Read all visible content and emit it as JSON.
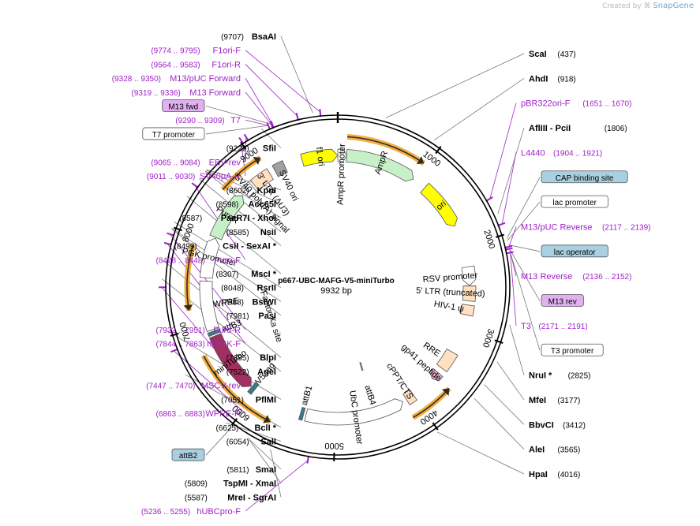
{
  "credit": {
    "prefix": "Created by",
    "brand": "SnapGene"
  },
  "plasmid": {
    "name": "p667-UBC-MAFG-V5-miniTurbo",
    "length": "9932 bp"
  },
  "ticks": [
    {
      "label": "1000",
      "pos": 1000
    },
    {
      "label": "2000",
      "pos": 2000
    },
    {
      "label": "3000",
      "pos": 3000
    },
    {
      "label": "4000",
      "pos": 4000
    },
    {
      "label": "5000",
      "pos": 5000
    },
    {
      "label": "6000",
      "pos": 6000
    },
    {
      "label": "7000",
      "pos": 7000
    },
    {
      "label": "8000",
      "pos": 8000
    },
    {
      "label": "9000",
      "pos": 9000
    }
  ],
  "right_labels": [
    {
      "name": "ScaI",
      "coord": "(437)",
      "pos": 437
    },
    {
      "name": "AhdI",
      "coord": "(918)",
      "pos": 918
    },
    {
      "name": "pBR322ori-F",
      "coord": "(1651 .. 1670)",
      "pos": 1651,
      "purple": true
    },
    {
      "name": "AflIII - PciI",
      "coord": "(1806)",
      "pos": 1806
    },
    {
      "name": "L4440",
      "coord": "(1904 .. 1921)",
      "pos": 1904,
      "purple": true
    },
    {
      "name": "CAP binding site",
      "coord": "",
      "pos": 2040,
      "box": "teal"
    },
    {
      "name": "lac promoter",
      "coord": "",
      "pos": 2060,
      "box": "white"
    },
    {
      "name": "M13/pUC Reverse",
      "coord": "(2117 .. 2139)",
      "pos": 2117,
      "purple": true
    },
    {
      "name": "lac operator",
      "coord": "",
      "pos": 2100,
      "box": "teal"
    },
    {
      "name": "M13 Reverse",
      "coord": "(2136 .. 2152)",
      "pos": 2136,
      "purple": true
    },
    {
      "name": "M13 rev",
      "coord": "",
      "pos": 2140,
      "box": "purple"
    },
    {
      "name": "T3",
      "coord": "(2171 .. 2191)",
      "pos": 2171,
      "purple": true
    },
    {
      "name": "T3 promoter",
      "coord": "",
      "pos": 2175,
      "box": "white"
    },
    {
      "name": "NruI *",
      "coord": "(2825)",
      "pos": 2825
    },
    {
      "name": "MfeI",
      "coord": "(3177)",
      "pos": 3177
    },
    {
      "name": "BbvCI",
      "coord": "(3412)",
      "pos": 3412
    },
    {
      "name": "AleI",
      "coord": "(3565)",
      "pos": 3565
    },
    {
      "name": "HpaI",
      "coord": "(4016)",
      "pos": 4016
    }
  ],
  "left_labels": [
    {
      "name": "BsaAI",
      "coord": "(9707)",
      "pos": 9707
    },
    {
      "name": "F1ori-F",
      "coord": "(9774 .. 9795)",
      "pos": 9774,
      "purple": true
    },
    {
      "name": "F1ori-R",
      "coord": "(9564 .. 9583)",
      "pos": 9564,
      "purple": true
    },
    {
      "name": "M13/pUC Forward",
      "coord": "(9328 .. 9350)",
      "pos": 9328,
      "purple": true
    },
    {
      "name": "M13 Forward",
      "coord": "(9319 .. 9336)",
      "pos": 9319,
      "purple": true
    },
    {
      "name": "M13 fwd",
      "coord": "",
      "pos": 9320,
      "box": "purple"
    },
    {
      "name": "T7",
      "coord": "(9290 .. 9309)",
      "pos": 9290,
      "purple": true
    },
    {
      "name": "T7 promoter",
      "coord": "",
      "pos": 9290,
      "box": "white"
    },
    {
      "name": "SfiI",
      "coord": "(9222)",
      "pos": 9222
    },
    {
      "name": "EBV-rev",
      "coord": "(9065 .. 9084)",
      "pos": 9065,
      "purple": true
    },
    {
      "name": "SV40pA-R",
      "coord": "(9011 .. 9030)",
      "pos": 9011,
      "purple": true
    },
    {
      "name": "KpnI",
      "coord": "(8602)",
      "pos": 8602
    },
    {
      "name": "Acc65I",
      "coord": "(8598)",
      "pos": 8598
    },
    {
      "name": "PaeR7I - XhoI",
      "coord": "(8587)",
      "pos": 8587
    },
    {
      "name": "NsiI",
      "coord": "(8585)",
      "pos": 8585
    },
    {
      "name": "CsiI - SexAI *",
      "coord": "(8499)",
      "pos": 8499
    },
    {
      "name": "Puro-F",
      "coord": "(8428 .. 8448)",
      "pos": 8428,
      "purple": true
    },
    {
      "name": "MscI *",
      "coord": "(8307)",
      "pos": 8307
    },
    {
      "name": "RsrII",
      "coord": "(8048)",
      "pos": 8048
    },
    {
      "name": "BsiWI",
      "coord": "(7988)",
      "pos": 7988
    },
    {
      "name": "PasI",
      "coord": "(7981)",
      "pos": 7981
    },
    {
      "name": "Puro-R",
      "coord": "(7932 .. 7951)",
      "pos": 7932,
      "purple": true
    },
    {
      "name": "mPGK-F",
      "coord": "(7844 .. 7863)",
      "pos": 7844,
      "purple": true
    },
    {
      "name": "BlpI",
      "coord": "(7685)",
      "pos": 7685
    },
    {
      "name": "AgeI",
      "coord": "(7522)",
      "pos": 7522
    },
    {
      "name": "MSCV-rev",
      "coord": "(7447 .. 7470)",
      "pos": 7447,
      "purple": true
    },
    {
      "name": "PflMI",
      "coord": "(7051)",
      "pos": 7051
    },
    {
      "name": "WPRE-R",
      "coord": "(6863 .. 6883)",
      "pos": 6863,
      "purple": true
    },
    {
      "name": "BclI *",
      "coord": "(6625)",
      "pos": 6625
    },
    {
      "name": "SalI",
      "coord": "(6054)",
      "pos": 6054
    },
    {
      "name": "attB2",
      "coord": "",
      "pos": 5990,
      "box": "teal"
    },
    {
      "name": "SmaI",
      "coord": "(5811)",
      "pos": 5811
    },
    {
      "name": "TspMI - XmaI",
      "coord": "(5809)",
      "pos": 5809
    },
    {
      "name": "MreI - SgrAI",
      "coord": "(5587)",
      "pos": 5587
    },
    {
      "name": "hUBCpro-F",
      "coord": "(5236 .. 5255)",
      "pos": 5236,
      "purple": true
    }
  ],
  "features": [
    {
      "name": "f1 ori",
      "start": 9500,
      "end": 9932,
      "color": "#ffff00",
      "lane": 1,
      "dir": 1
    },
    {
      "name": "AmpR promoter",
      "start": 1,
      "end": 105,
      "color": "#ffffff",
      "lane": 1,
      "dir": 1
    },
    {
      "name": "AmpR",
      "start": 106,
      "end": 966,
      "color": "#c8f0c8",
      "lane": 1,
      "dir": 1
    },
    {
      "name": "ori",
      "start": 1137,
      "end": 1725,
      "color": "#ffff00",
      "lane": 1,
      "dir": 1
    },
    {
      "name": "RSV promoter",
      "start": 2240,
      "end": 2466,
      "color": "#ffffff",
      "lane": 1,
      "dir": 1
    },
    {
      "name": "5' LTR (truncated)",
      "start": 2470,
      "end": 2650,
      "color": "#ffe0c0",
      "lane": 1,
      "dir": 0
    },
    {
      "name": "HIV-1 ψ",
      "start": 2700,
      "end": 2820,
      "color": "#ffe0c0",
      "lane": 1,
      "dir": 0
    },
    {
      "name": "RRE",
      "start": 3300,
      "end": 3530,
      "color": "#ffe0c0",
      "lane": 1,
      "dir": 0
    },
    {
      "name": "gp41 peptide",
      "start": 3600,
      "end": 3700,
      "color": "#e0a8c0",
      "lane": 1,
      "dir": 1
    },
    {
      "name": "cPPT/CTS",
      "start": 4000,
      "end": 4100,
      "color": "#ffe0c0",
      "lane": 1,
      "dir": 0
    },
    {
      "name": "UbC promoter",
      "start": 4150,
      "end": 5350,
      "color": "#ffffff",
      "lane": 1,
      "dir": -1
    },
    {
      "name": "attB1",
      "start": 5380,
      "end": 5420,
      "color": "#3a7a8a",
      "lane": 1,
      "dir": 0
    },
    {
      "name": "attB4",
      "start": 4500,
      "end": 4520,
      "color": "#66bbcc",
      "lane": 2,
      "dir": 0
    },
    {
      "name": "V5 tag",
      "start": 6040,
      "end": 6090,
      "color": "#3a7a8a",
      "lane": 1,
      "dir": 0
    },
    {
      "name": "miniTurbo",
      "start": 6100,
      "end": 6850,
      "color": "#a03060",
      "lane": 1,
      "dir": -1
    },
    {
      "name": "attB3",
      "start": 6870,
      "end": 6910,
      "color": "#3a7a8a",
      "lane": 1,
      "dir": 0
    },
    {
      "name": "WPRE",
      "start": 6930,
      "end": 7520,
      "color": "#ffffff",
      "lane": 1,
      "dir": 0
    },
    {
      "name": "PGK promoter",
      "start": 7560,
      "end": 8050,
      "color": "#ffffff",
      "lane": 1,
      "dir": 1
    },
    {
      "name": "PuroR",
      "start": 8060,
      "end": 8660,
      "color": "#c8f0c8",
      "lane": 1,
      "dir": 1
    },
    {
      "name": "SV40 poly(A) signal",
      "start": 8700,
      "end": 8820,
      "color": "#ffffff",
      "lane": 1,
      "dir": 0
    },
    {
      "name": "3' LTR (ΔU3)",
      "start": 8850,
      "end": 9080,
      "color": "#ffe0c0",
      "lane": 1,
      "dir": 0
    },
    {
      "name": "SV40 ori",
      "start": 9150,
      "end": 9280,
      "color": "#a0a0a0",
      "lane": 1,
      "dir": 0
    },
    {
      "name": "Factor Xa site",
      "start": 0,
      "end": 0,
      "color": "",
      "lane": 3,
      "dir": 0
    }
  ],
  "outer_arcs": [
    {
      "start": 100,
      "end": 960,
      "dir": 1,
      "label": "AmpR"
    },
    {
      "start": 3650,
      "end": 4140,
      "dir": -1,
      "label": "UbC"
    },
    {
      "start": 5700,
      "end": 6700,
      "dir": -1,
      "label": "miniTurbo"
    },
    {
      "start": 7200,
      "end": 7900,
      "dir": -1,
      "label": "WPRE"
    },
    {
      "start": 8560,
      "end": 9080,
      "dir": 1,
      "label": "PuroR"
    }
  ],
  "colors": {
    "purple": "#a020c8",
    "orange": "#f0a020",
    "teal_box": "#a8d0e0",
    "purple_box": "#e0b0f0"
  }
}
